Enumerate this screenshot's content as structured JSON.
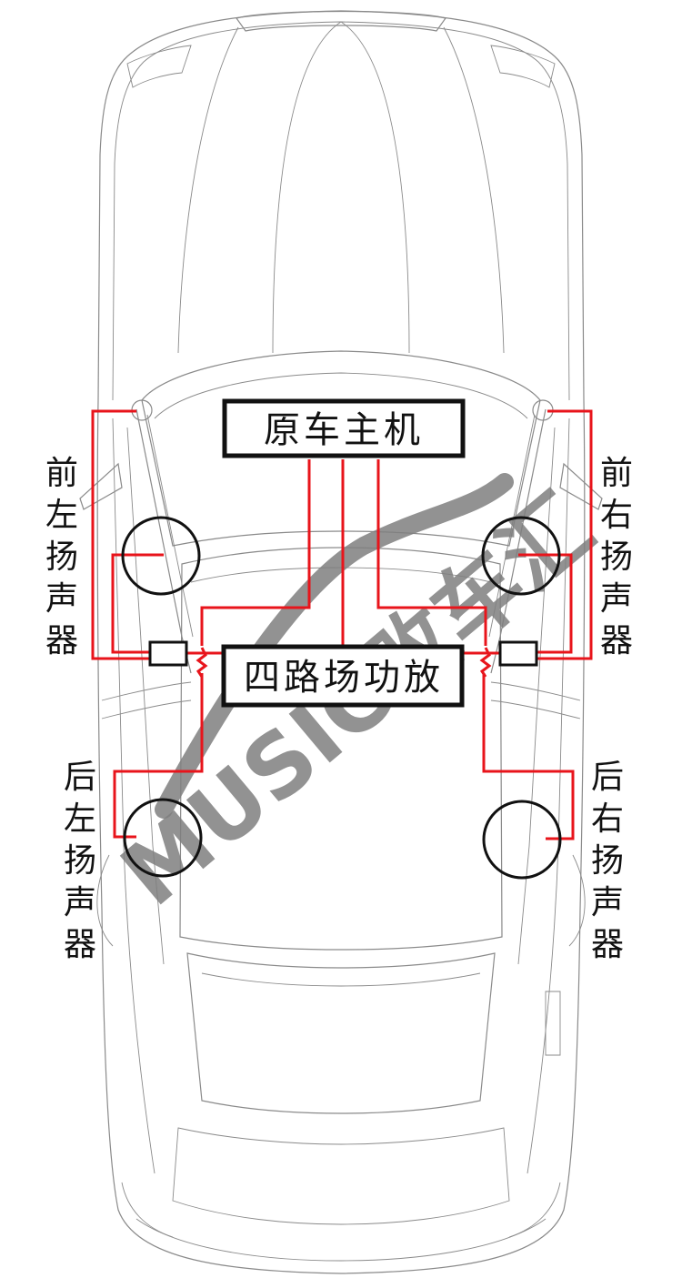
{
  "head_unit": {
    "label": "原车主机"
  },
  "amplifier": {
    "label": "四路场功放"
  },
  "speakers": {
    "front_left": {
      "chars": [
        "前",
        "左",
        "扬",
        "声",
        "器"
      ]
    },
    "front_right": {
      "chars": [
        "前",
        "右",
        "扬",
        "声",
        "器"
      ]
    },
    "rear_left": {
      "chars": [
        "后",
        "左",
        "扬",
        "声",
        "器"
      ]
    },
    "rear_right": {
      "chars": [
        "后",
        "右",
        "扬",
        "声",
        "器"
      ]
    }
  },
  "watermark": {
    "text": "MUSIC改车汇"
  },
  "colors": {
    "wire": "#e8141b",
    "box_border": "#111111",
    "speaker": "#111111",
    "car_outline": "#8a8a8a",
    "watermark_dark": "#7f7f7f",
    "watermark_light": "#f08a8a"
  }
}
